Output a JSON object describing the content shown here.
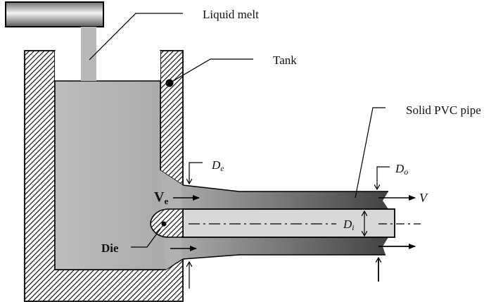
{
  "labels": {
    "liquid_melt": "Liquid melt",
    "tank": "Tank",
    "solid_pvc_pipe": "Solid PVC pipe",
    "die": "Die",
    "ve_main": "V",
    "ve_sub": "e",
    "v": "V",
    "de_main": "D",
    "de_sub": "e",
    "do_main": "D",
    "do_sub": "o",
    "di_main": "D",
    "di_sub": "i"
  },
  "colors": {
    "melt": "#b4b4b4",
    "pipe_dark": "#4a4a4a",
    "bore": "#d8d8d8",
    "outline": "#000000"
  }
}
